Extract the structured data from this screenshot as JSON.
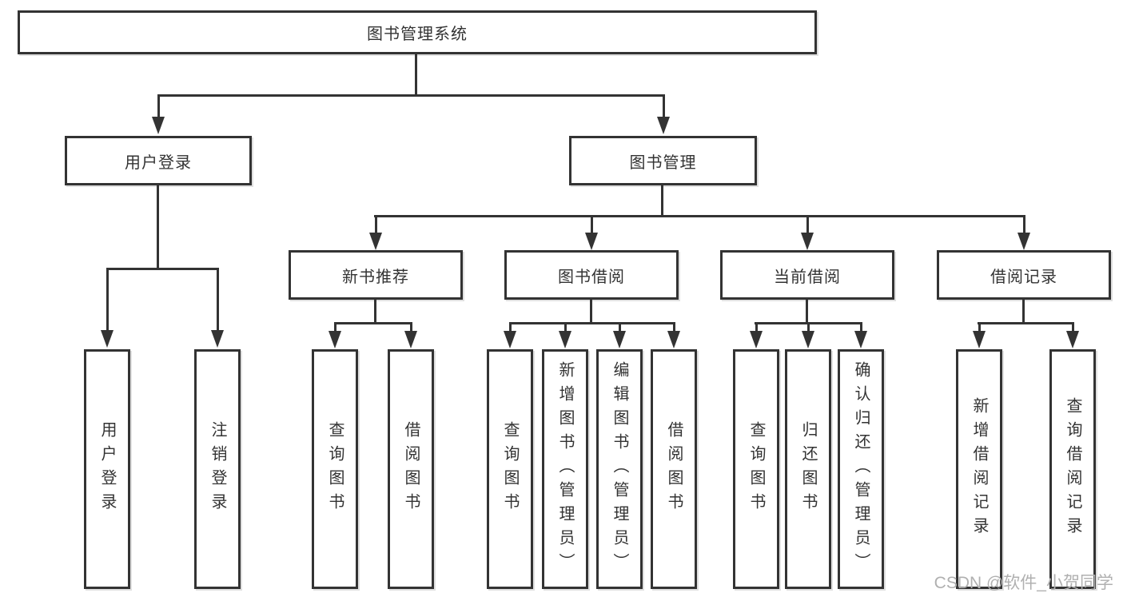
{
  "diagram": {
    "root": {
      "label": "图书管理系统"
    },
    "branches": [
      {
        "label": "用户登录",
        "children": [
          {
            "label": "用户登录"
          },
          {
            "label": "注销登录"
          }
        ]
      },
      {
        "label": "图书管理",
        "children": [
          {
            "label": "新书推荐",
            "children": [
              {
                "label": "查询图书"
              },
              {
                "label": "借阅图书"
              }
            ]
          },
          {
            "label": "图书借阅",
            "children": [
              {
                "label": "查询图书"
              },
              {
                "label": "新增图书（管理员）"
              },
              {
                "label": "编辑图书（管理员）"
              },
              {
                "label": "借阅图书"
              }
            ]
          },
          {
            "label": "当前借阅",
            "children": [
              {
                "label": "查询图书"
              },
              {
                "label": "归还图书"
              },
              {
                "label": "确认归还（管理员）"
              }
            ]
          },
          {
            "label": "借阅记录",
            "children": [
              {
                "label": "新增借阅记录"
              },
              {
                "label": "查询借阅记录"
              }
            ]
          }
        ]
      }
    ],
    "watermark": "CSDN @软件_小贺同学",
    "colors": {
      "line": "#333333",
      "text": "#333333",
      "node_fill": "#ffffff",
      "background": "#ffffff",
      "watermark": "#b0b0b0"
    }
  }
}
